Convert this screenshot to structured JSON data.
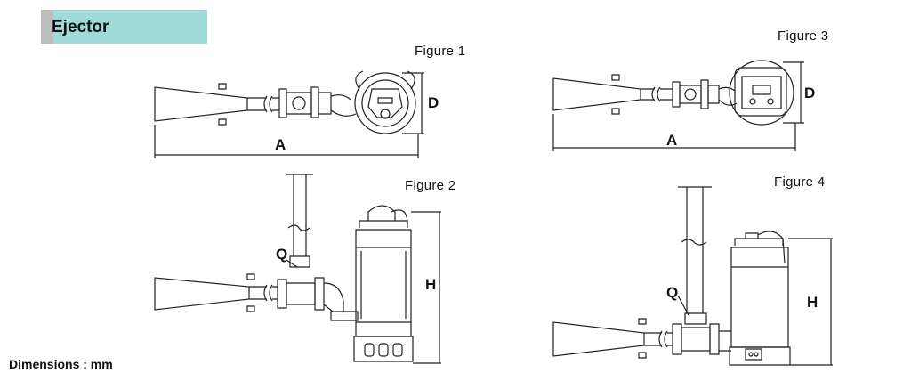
{
  "header": {
    "title": "Ejector"
  },
  "figures": {
    "fig1": {
      "label": "Figure 1",
      "dim_a": "A",
      "dim_d": "D"
    },
    "fig2": {
      "label": "Figure 2",
      "dim_q": "Q",
      "dim_h": "H"
    },
    "fig3": {
      "label": "Figure 3",
      "dim_a": "A",
      "dim_d": "D"
    },
    "fig4": {
      "label": "Figure 4",
      "dim_q": "Q",
      "dim_h": "H"
    }
  },
  "footer": {
    "note": "Dimensions : mm"
  }
}
